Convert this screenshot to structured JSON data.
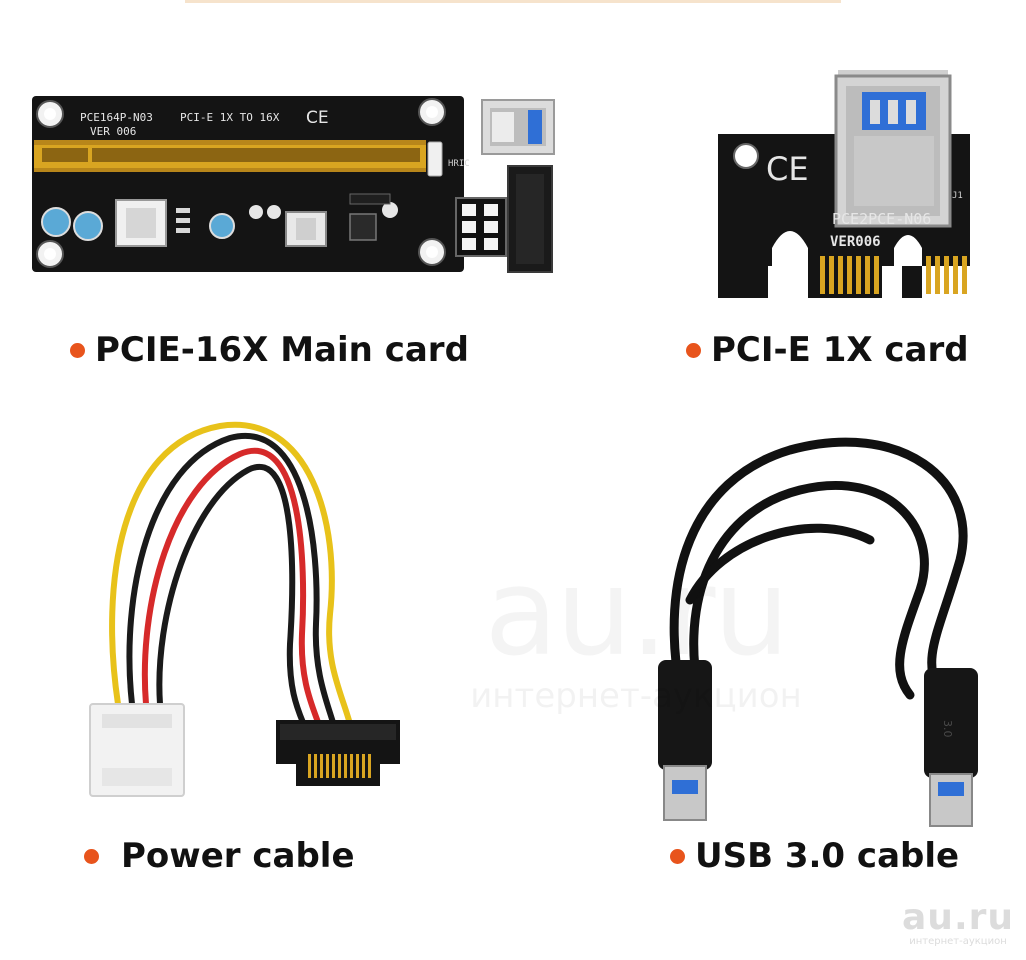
{
  "captions": {
    "main_card": "PCIE-16X Main card",
    "pcie_1x_card": "PCI-E 1X card",
    "power_cable": "Power cable",
    "usb_cable": "USB 3.0 cable"
  },
  "main_card_silkscreen": {
    "model": "PCE164P-N03",
    "interface": "PCI-E 1X TO 16X",
    "certification": "CE",
    "version": "VER 006"
  },
  "small_card_silkscreen": {
    "certification": "CE",
    "model": "PCE2PCE-N06",
    "version": "VER006"
  },
  "usb_cable_print": "3.0",
  "watermark": {
    "big": "au.ru",
    "small": "интернет-аукцион"
  },
  "logo": {
    "main": "au.ru",
    "sub": "интернет-аукцион"
  },
  "colors": {
    "bullet": "#e8541c",
    "pcb": "#141414",
    "gold": "#d9a521",
    "usb_blue": "#2f6fd6",
    "wire_red": "#d62a2a",
    "wire_yellow": "#e8c21a",
    "wire_black": "#1a1a1a"
  }
}
